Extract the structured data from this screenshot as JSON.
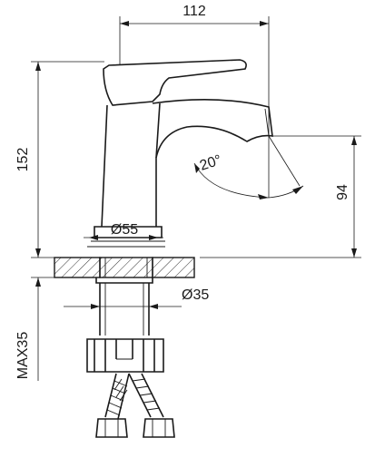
{
  "dimensions": {
    "width_top": "112",
    "height_total": "152",
    "height_spout": "94",
    "angle": "20°",
    "diameter_base": "Ø55",
    "diameter_shank": "Ø35",
    "max_thickness": "MAX35"
  }
}
